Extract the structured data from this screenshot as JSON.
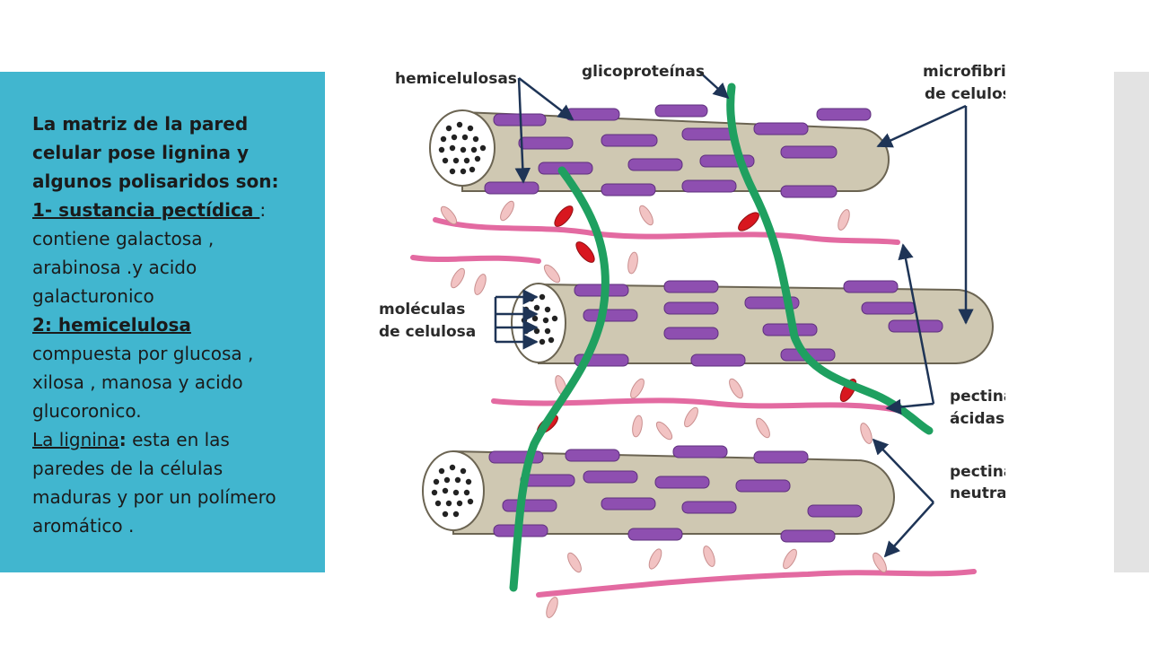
{
  "slide": {
    "text": {
      "line1": "La matriz de la pared",
      "line2": "celular pose lignina y",
      "line3": "algunos polisaridos son:",
      "item1_heading": "1- sustancia pectídica ",
      "item1_sep": ":",
      "item1_body_l1": "contiene galactosa ,",
      "item1_body_l2": "arabinosa .y acido",
      "item1_body_l3": "galacturonico",
      "item2_heading": "2: hemicelulosa",
      "item2_body_l1": "compuesta por glucosa ,",
      "item2_body_l2": "xilosa , manosa y acido",
      "item2_body_l3": "glucoronico.",
      "item3_heading": "La lignina",
      "item3_sep": ":",
      "item3_body_l1": " esta en las",
      "item3_body_l2": "paredes de la células",
      "item3_body_l3": "maduras y por un polímero",
      "item3_body_l4": "aromático ."
    }
  },
  "diagram": {
    "labels": {
      "hemicelulosas": "hemicelulosas",
      "glicoproteinas": "glicoproteínas",
      "microfibrillas_l1": "microfibrillas",
      "microfibrillas_l2": "de celulosa",
      "moleculas_l1": "moléculas",
      "moleculas_l2": "de celulosa",
      "pectinas_acidas_l1": "pectinas",
      "pectinas_acidas_l2": "ácidas",
      "pectinas_neutras_l1": "pectinas",
      "pectinas_neutras_l2": "neutras"
    },
    "colors": {
      "panel": "#41b6cf",
      "microfibril": "#cfc8b2",
      "hemicellulose": "#8e4fb0",
      "glycoprotein": "#1fa060",
      "pectin_strand": "#e36aa1",
      "pectin_neutral": "#f2c3c3",
      "pectin_acid": "#d8171f",
      "arrow": "#1e3456"
    }
  }
}
